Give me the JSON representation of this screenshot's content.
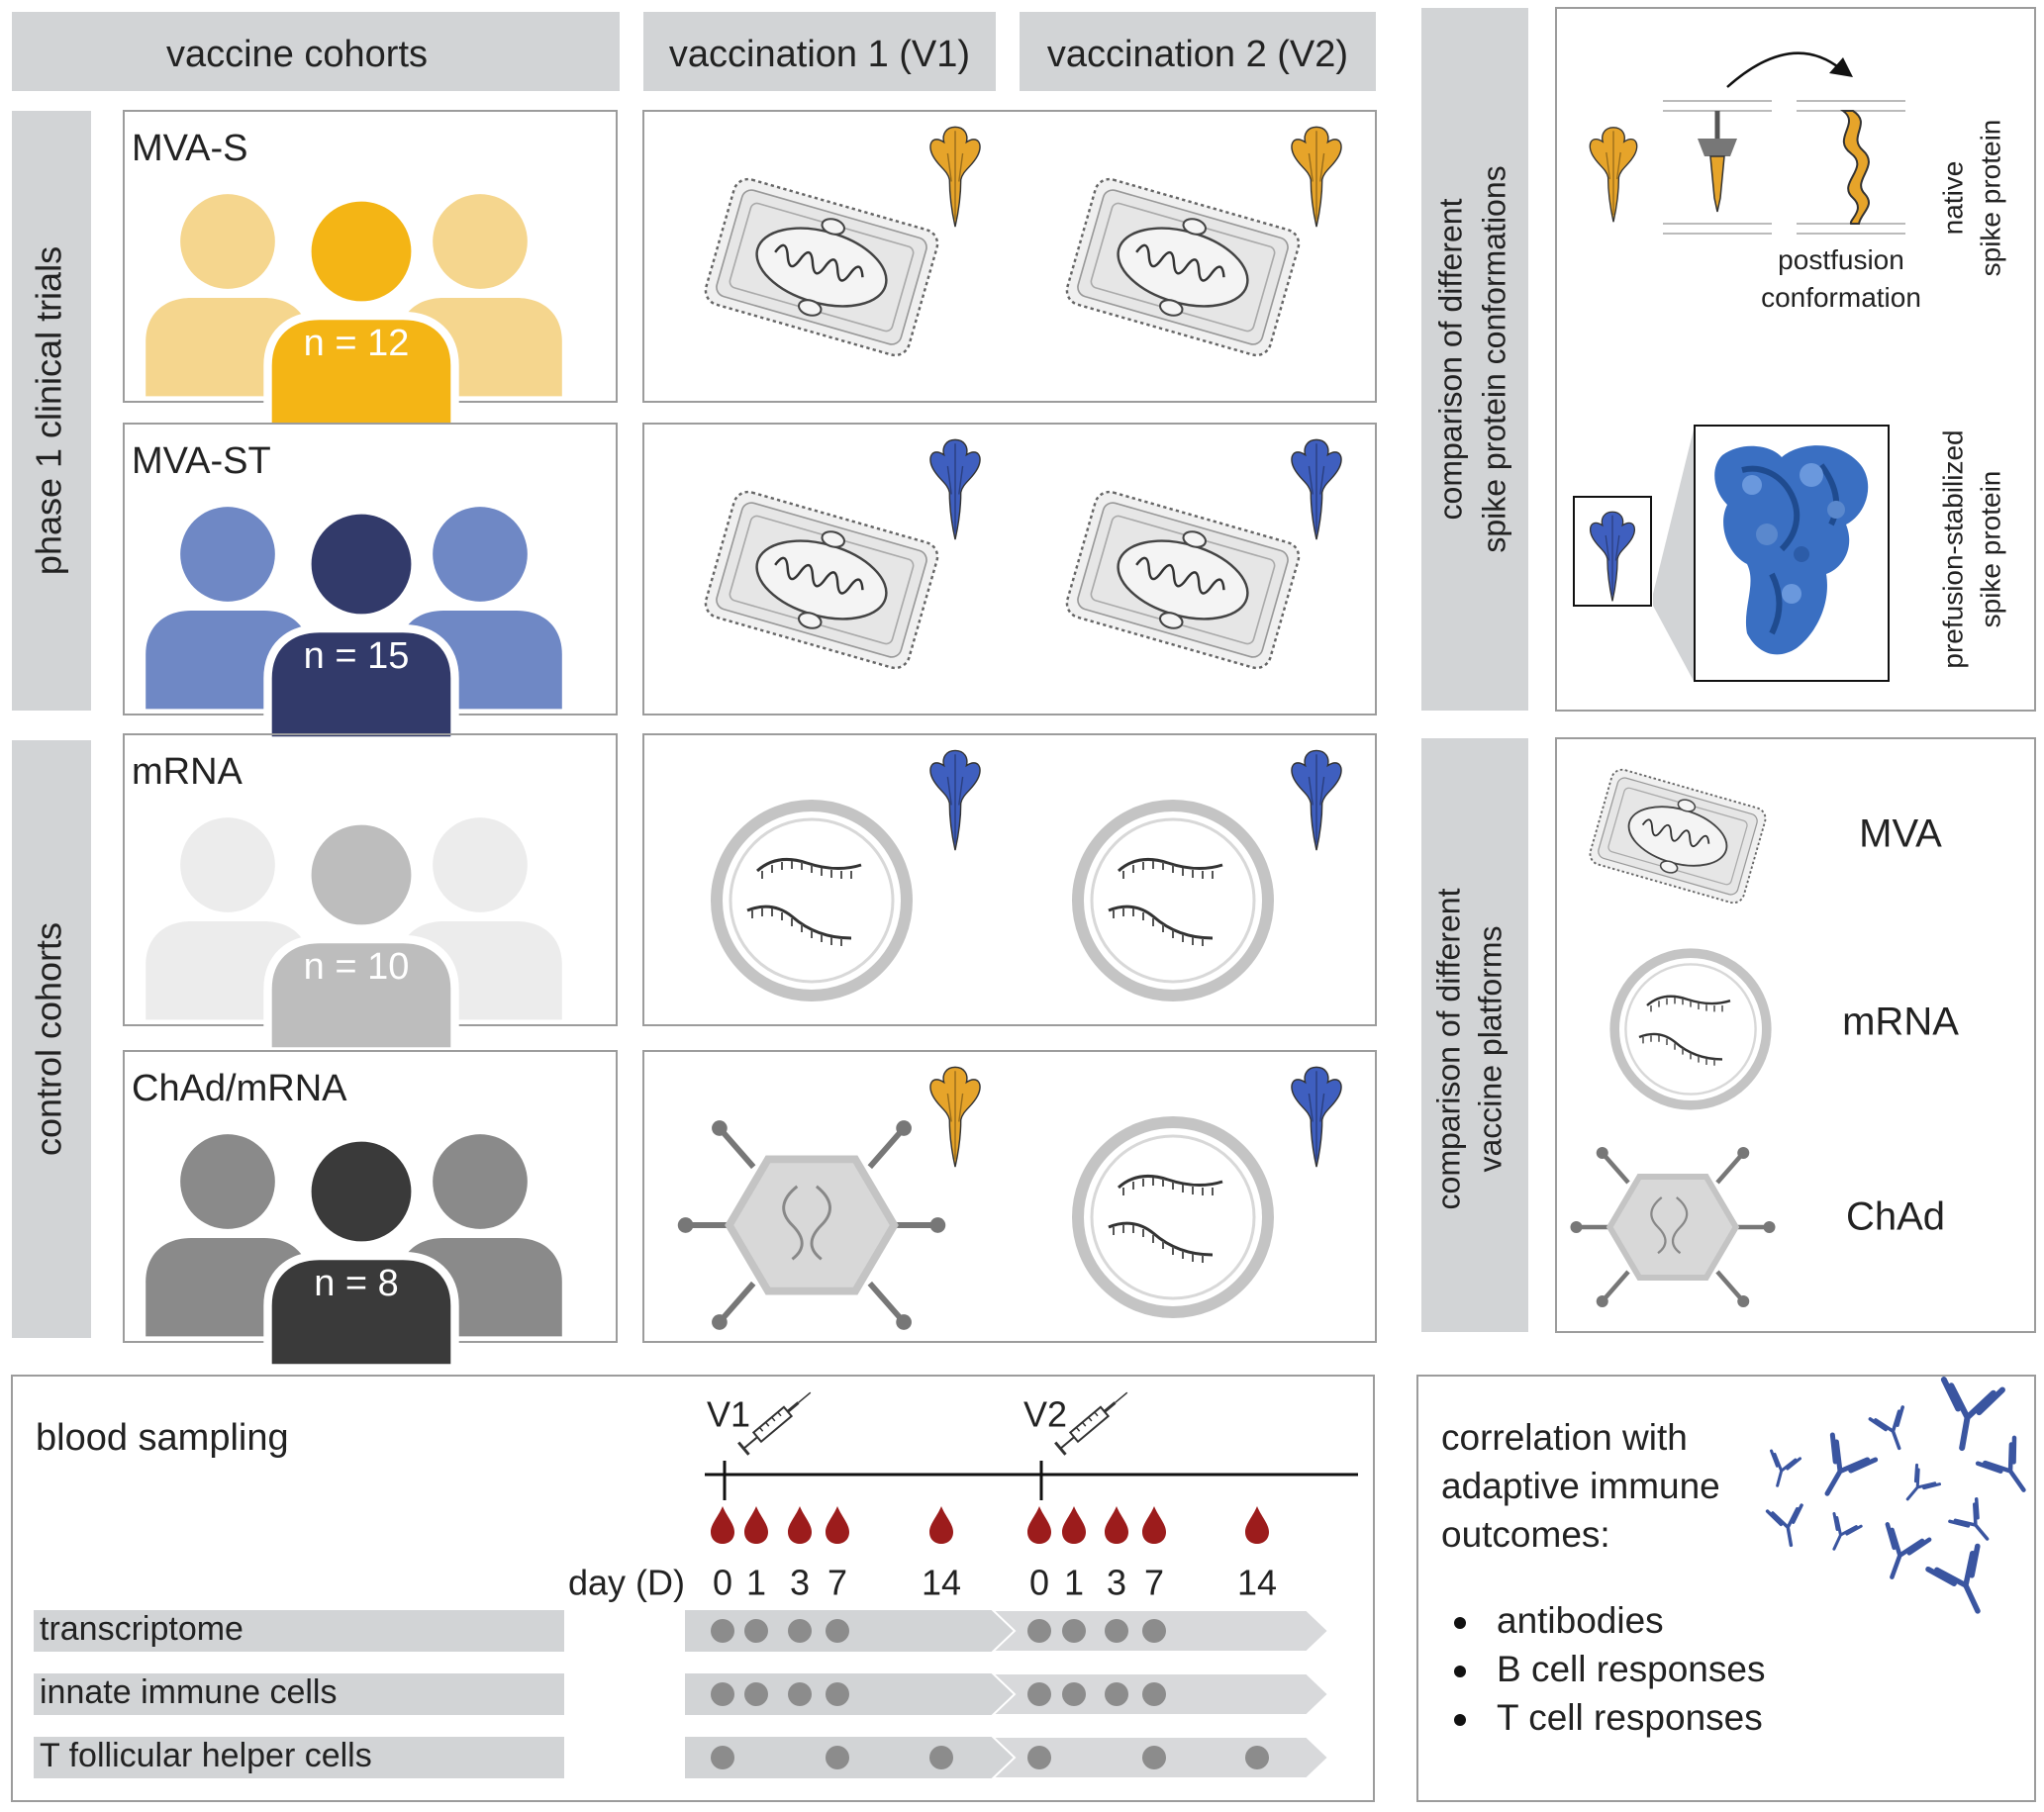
{
  "headers": {
    "cohorts": "vaccine cohorts",
    "v1": "vaccination 1 (V1)",
    "v2": "vaccination 2 (V2)"
  },
  "groups": {
    "phase1": "phase 1 clinical trials",
    "control": "control cohorts"
  },
  "cohorts": [
    {
      "name": "MVA-S",
      "n": "n = 12",
      "colors": {
        "center": "#f4b515",
        "side": "#f5d68e",
        "label": "#ffffff"
      },
      "v1_spike": "native",
      "v2_spike": "native",
      "v1_vector": "mva",
      "v2_vector": "mva"
    },
    {
      "name": "MVA-ST",
      "n": "n = 15",
      "colors": {
        "center": "#323a6a",
        "side": "#6f88c5",
        "label": "#ffffff"
      },
      "v1_spike": "stabilized",
      "v2_spike": "stabilized",
      "v1_vector": "mva",
      "v2_vector": "mva"
    },
    {
      "name": "mRNA",
      "n": "n = 10",
      "colors": {
        "center": "#bdbdbd",
        "side": "#ececec",
        "label": "#ffffff"
      },
      "v1_spike": "stabilized",
      "v2_spike": "stabilized",
      "v1_vector": "mrna",
      "v2_vector": "mrna"
    },
    {
      "name": "ChAd/mRNA",
      "n": "n = 8",
      "colors": {
        "center": "#3a3a3a",
        "side": "#8a8a8a",
        "label": "#ffffff"
      },
      "v1_spike": "native",
      "v2_spike": "stabilized",
      "v1_vector": "chad",
      "v2_vector": "mrna"
    }
  ],
  "conformations": {
    "side_label": [
      "comparison of different",
      "spike protein conformations"
    ],
    "postfusion": [
      "postfusion",
      "conformation"
    ],
    "native": [
      "native",
      "spike protein"
    ],
    "stabilized": [
      "prefusion-stabilized",
      "spike protein"
    ]
  },
  "platforms": {
    "side_label": [
      "comparison of different",
      "vaccine platforms"
    ],
    "items": [
      "MVA",
      "mRNA",
      "ChAd"
    ]
  },
  "sampling": {
    "title": "blood sampling",
    "v1": "V1",
    "v2": "V2",
    "day_label": "day (D)",
    "v1_days": [
      "0",
      "1",
      "3",
      "7",
      "14"
    ],
    "v2_days": [
      "0",
      "1",
      "3",
      "7",
      "14"
    ],
    "assays": [
      {
        "name": "transcriptome",
        "v1_dots": [
          "0",
          "1",
          "3",
          "7"
        ],
        "v2_dots": [
          "0",
          "1",
          "3",
          "7"
        ]
      },
      {
        "name": "innate immune cells",
        "v1_dots": [
          "0",
          "1",
          "3",
          "7"
        ],
        "v2_dots": [
          "0",
          "1",
          "3",
          "7"
        ]
      },
      {
        "name": "T follicular helper cells",
        "v1_dots": [
          "0",
          "7",
          "14"
        ],
        "v2_dots": [
          "0",
          "7",
          "14"
        ]
      }
    ]
  },
  "correlation": {
    "title": [
      "correlation with",
      "adaptive immune",
      "outcomes:"
    ],
    "bullets": [
      "antibodies",
      "B cell responses",
      "T cell responses"
    ]
  },
  "colors": {
    "panel_grey": "#d2d4d6",
    "border": "#9c9c9c",
    "spike_native": "#e6a42a",
    "spike_stabilized": "#3f5fbf",
    "blood": "#9c1c1c",
    "dot": "#8c8c8c",
    "antibody": "#3a55a0"
  }
}
